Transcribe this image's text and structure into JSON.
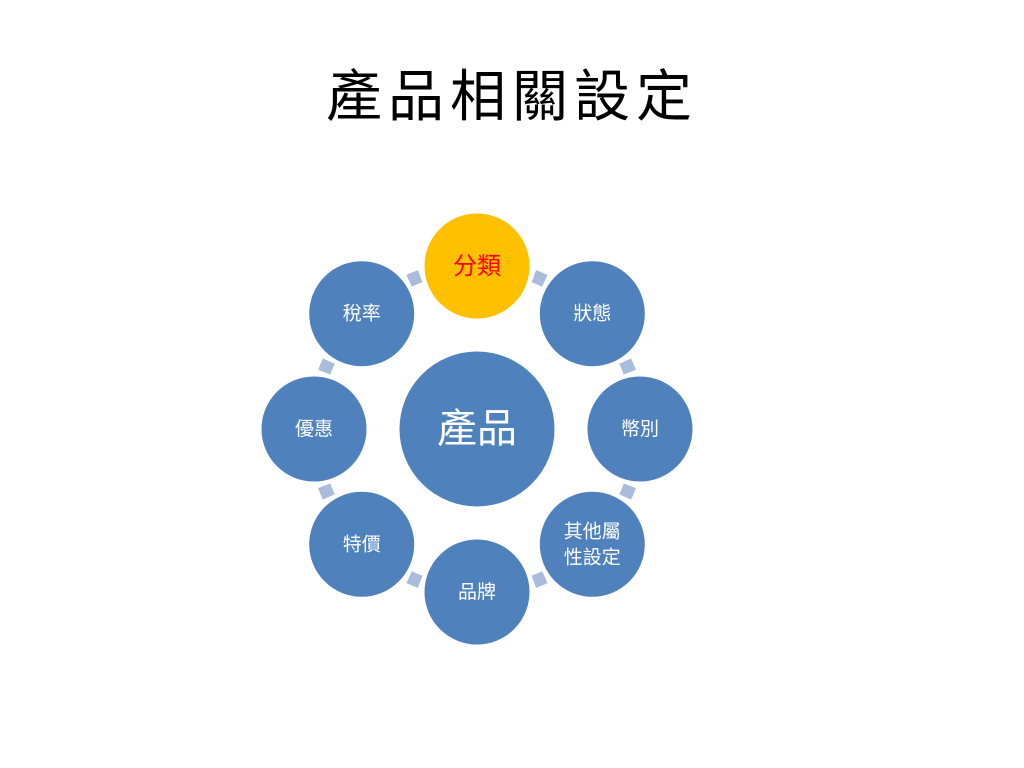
{
  "title": "產品相關設定",
  "colors": {
    "node_fill": "#4f81bd",
    "node_stroke": "#ffffff",
    "highlight_fill": "#ffc000",
    "highlight_text": "#ff0000",
    "node_text": "#ffffff",
    "connector": "#a9bcdc"
  },
  "center": {
    "label": "產品"
  },
  "nodes": [
    {
      "id": "category",
      "label": "分類",
      "highlight": true
    },
    {
      "id": "status",
      "label": "狀態"
    },
    {
      "id": "currency",
      "label": "幣別"
    },
    {
      "id": "other-attributes",
      "label": "其他屬性設定",
      "lines": [
        "其他屬",
        "性設定"
      ]
    },
    {
      "id": "brand",
      "label": "品牌"
    },
    {
      "id": "special-price",
      "label": "特價"
    },
    {
      "id": "discount",
      "label": "優惠"
    },
    {
      "id": "tax-rate",
      "label": "稅率"
    }
  ]
}
